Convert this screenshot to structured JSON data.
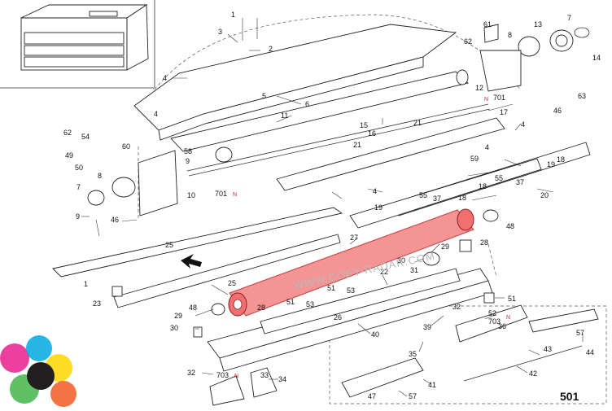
{
  "watermark": "WWW.COPY-RADAR.COM",
  "page_number": "501",
  "marks": {
    "r1": "N",
    "r2": "N",
    "r3": "N",
    "r4": "N"
  },
  "colors": {
    "highlight": "#f07070",
    "accent_red": "#d42020"
  },
  "callouts": {
    "c1a": "1",
    "c3": "3",
    "c2": "2",
    "c4": "4",
    "c5": "5",
    "c6": "6",
    "c11": "11",
    "c4b": "4",
    "c15": "15",
    "c16": "16",
    "c21": "21",
    "c21b": "21",
    "c17": "17",
    "c4c": "4",
    "c4d": "4",
    "c61": "61",
    "c62": "62",
    "c8": "8",
    "c13": "13",
    "c7": "7",
    "c14": "14",
    "c12": "12",
    "c701": "701",
    "c46": "46",
    "c63": "63",
    "c62b": "62",
    "c54": "54",
    "c49": "49",
    "c60": "60",
    "c58": "58",
    "c9": "9",
    "c50": "50",
    "c8b": "8",
    "c7b": "7",
    "c10": "10",
    "c701b": "701",
    "c9b": "9",
    "c46b": "46",
    "c18": "18",
    "c19": "19",
    "c59": "59",
    "c55": "55",
    "c37": "37",
    "c18b": "18",
    "c20": "20",
    "c55b": "55",
    "c37b": "37",
    "c18c": "18",
    "c19b": "19",
    "c4e": "4",
    "c48": "48",
    "c25": "25",
    "c27": "27",
    "c29": "29",
    "c28": "28",
    "c30": "30",
    "c31": "31",
    "c22": "22",
    "c25b": "25",
    "c1b": "1",
    "c23": "23",
    "c51": "51",
    "c53": "53",
    "c51b": "51",
    "c48b": "48",
    "c28b": "28",
    "c51c": "51",
    "c53b": "53",
    "c26": "26",
    "c32": "32",
    "c52": "52",
    "c703": "703",
    "c29b": "29",
    "c30b": "30",
    "c40": "40",
    "c39": "39",
    "c36": "36",
    "c57": "57",
    "c44": "44",
    "c43": "43",
    "c35": "35",
    "c42": "42",
    "c32b": "32",
    "c703b": "703",
    "c33": "33",
    "c34": "34",
    "c41": "41",
    "c57b": "57",
    "c47": "47"
  }
}
